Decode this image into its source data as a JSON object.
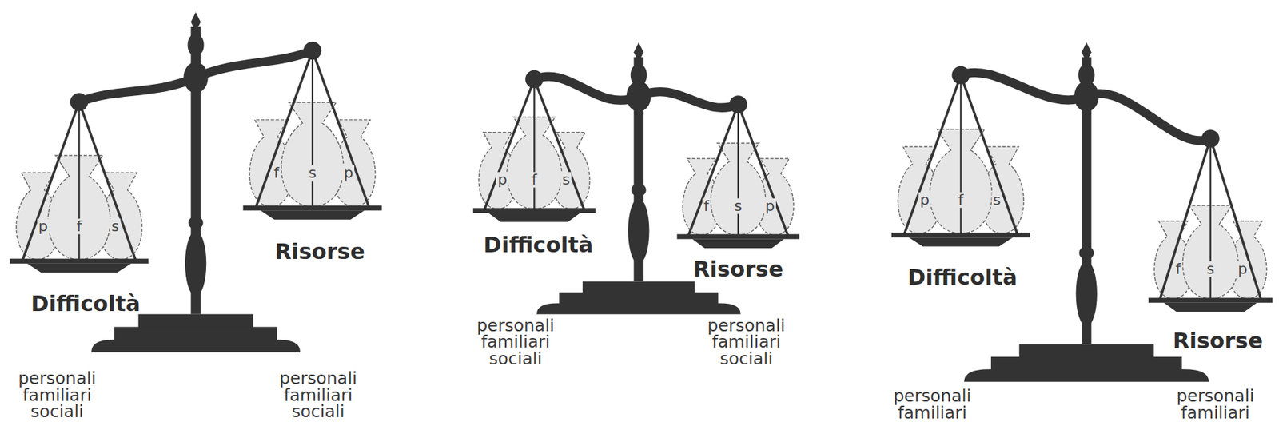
{
  "diagram": {
    "labels": [
      "p",
      "f",
      "s",
      "Difficoltà",
      "f",
      "s",
      "p",
      "Risorse",
      "personali familiari sociali",
      "personali familiari sociali",
      "p",
      "f",
      "s",
      "Difficoltà",
      "f",
      "s",
      "p",
      "Risorse",
      "personali familiari sociali",
      "personali familiari sociali",
      "p",
      "f",
      "s",
      "Difficoltà",
      "f",
      "s",
      "p",
      "Risorse",
      "personali familiari",
      "personali familiari"
    ]
  }
}
